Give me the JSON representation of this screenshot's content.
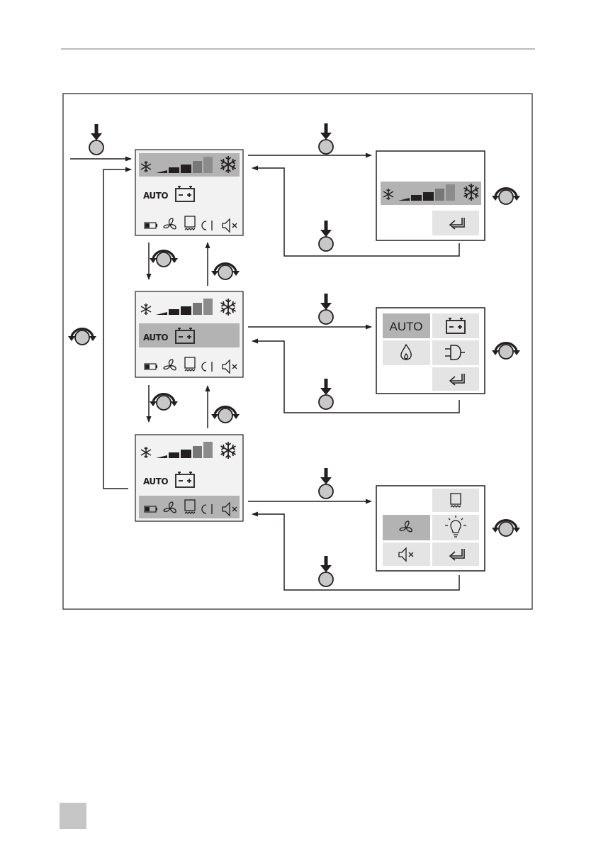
{
  "labels": {
    "auto": "AUTO"
  },
  "controls": {
    "press_icon": "push-button-press-icon",
    "rotate_icon": "rotary-knob-rotate-icon"
  },
  "screens": [
    {
      "name": "main-display-cooling-level-selected",
      "highlighted_row": "cooling-level"
    },
    {
      "name": "main-display-power-source-selected",
      "highlighted_row": "power-source"
    },
    {
      "name": "main-display-settings-selected",
      "highlighted_row": "settings"
    }
  ],
  "submenus": [
    {
      "name": "cooling-level-submenu",
      "items": [
        "snowflake-small-icon",
        "level-bars-icon",
        "snowflake-large-icon",
        "return-icon"
      ]
    },
    {
      "name": "power-source-submenu",
      "selected": "AUTO",
      "items": [
        "AUTO",
        "battery-icon",
        "gas-flame-icon",
        "mains-plug-icon",
        "return-icon"
      ]
    },
    {
      "name": "settings-submenu",
      "selected": "fan-icon",
      "items": [
        "display-icon",
        "fan-icon",
        "light-bulb-icon",
        "mute-icon",
        "return-icon"
      ]
    }
  ],
  "colors": {
    "line": "#231f20",
    "highlight": "#b3b3b3",
    "panel_bg": "#f2f2f2",
    "knob_fill": "#c8c8c8",
    "page_tab": "#c6c6c6",
    "rule": "#bdbdbd"
  }
}
